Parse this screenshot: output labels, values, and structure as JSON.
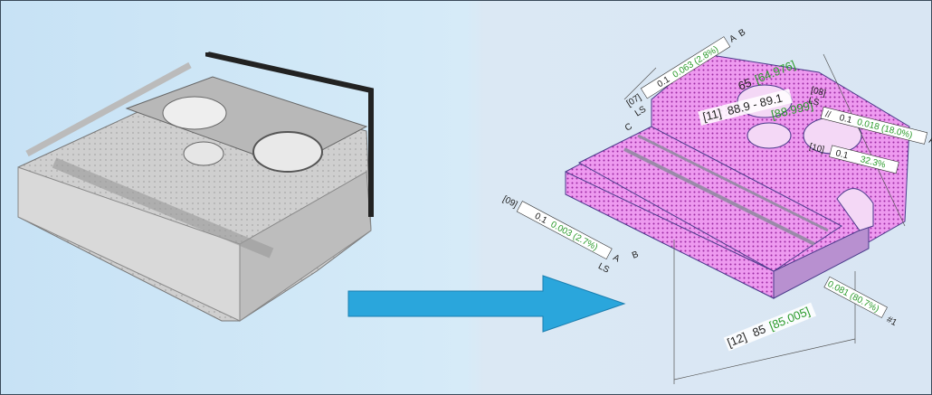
{
  "colors": {
    "arrow": "#2aa6dc",
    "part_scan": "#c8c8c8",
    "part_cad": "#e080e8",
    "measured": "#2a9a2a"
  },
  "scan_panel": {
    "icon": "point-cloud-scan"
  },
  "cad_panel": {
    "annotations": {
      "a07": {
        "id": "[07]",
        "tol": "0.1",
        "meas": "0.063 (2.8%)",
        "d1": "A",
        "d2": "B",
        "datum": "C",
        "ls": "LS"
      },
      "a11": {
        "id": "[11]",
        "nominal": "88.9 - 89.1",
        "meas": "[88.999]"
      },
      "a65": {
        "nominal": "65",
        "meas": "[64.976]"
      },
      "a08": {
        "id": "[08]",
        "sym": "//",
        "tol": "0.1",
        "meas": "0.018 (18.0%)",
        "datum": "A",
        "ls": "LS"
      },
      "a10": {
        "id": "[10]",
        "tol": "0.1",
        "meas": "32.3%"
      },
      "a09": {
        "id": "[09]",
        "tol": "0.1",
        "meas": "0.003 (2.7%)",
        "datum": "A",
        "ls": "LS",
        "datum_b": "B"
      },
      "a81": {
        "meas": "0.081 (80.7%)",
        "ref": "#1"
      },
      "a12": {
        "id": "[12]",
        "nominal": "85",
        "meas": "[85.005]"
      }
    }
  }
}
